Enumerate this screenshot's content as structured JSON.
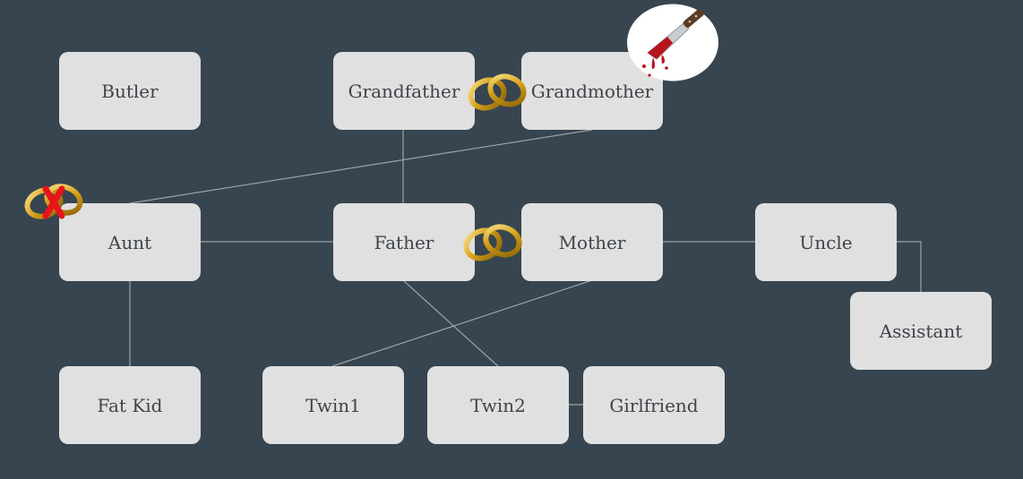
{
  "nodes": {
    "butler": "Butler",
    "grandfather": "Grandfather",
    "grandmother": "Grandmother",
    "aunt": "Aunt",
    "father": "Father",
    "mother": "Mother",
    "uncle": "Uncle",
    "assistant": "Assistant",
    "fat_kid": "Fat Kid",
    "twin1": "Twin1",
    "twin2": "Twin2",
    "girlfriend": "Girlfriend"
  },
  "icons": {
    "marriage": "wedding-rings-icon",
    "divorce": "broken-rings-icon",
    "murder": "bloody-knife-icon"
  },
  "colors": {
    "background": "#36454f",
    "node_fill": "#e0e0e0",
    "node_text": "#3e4449",
    "connector": "#9aa3aa",
    "ring_gold": "#d4a017",
    "cross_red": "#e8141a",
    "blood_red": "#b8141e"
  }
}
